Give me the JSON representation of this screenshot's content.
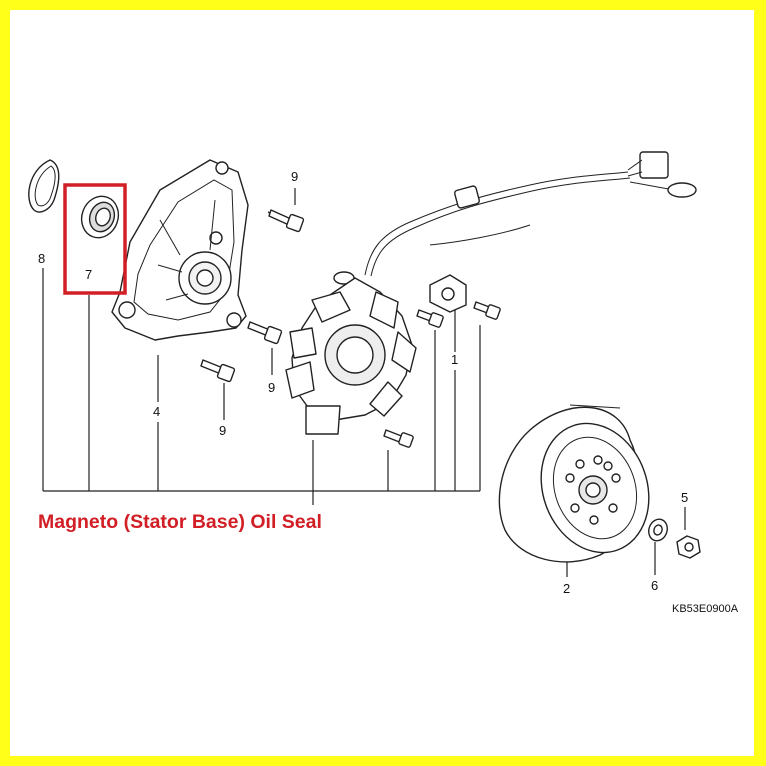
{
  "caption": "Magneto (Stator Base) Oil Seal",
  "diagram_code": "KB53E0900A",
  "highlight_color": "#d21f26",
  "border_color": "#ffff1a",
  "callouts": {
    "p1": "1",
    "p2": "2",
    "p4": "4",
    "p5": "5",
    "p6": "6",
    "p7": "7",
    "p8": "8",
    "p9a": "9",
    "p9b": "9",
    "p9c": "9"
  }
}
